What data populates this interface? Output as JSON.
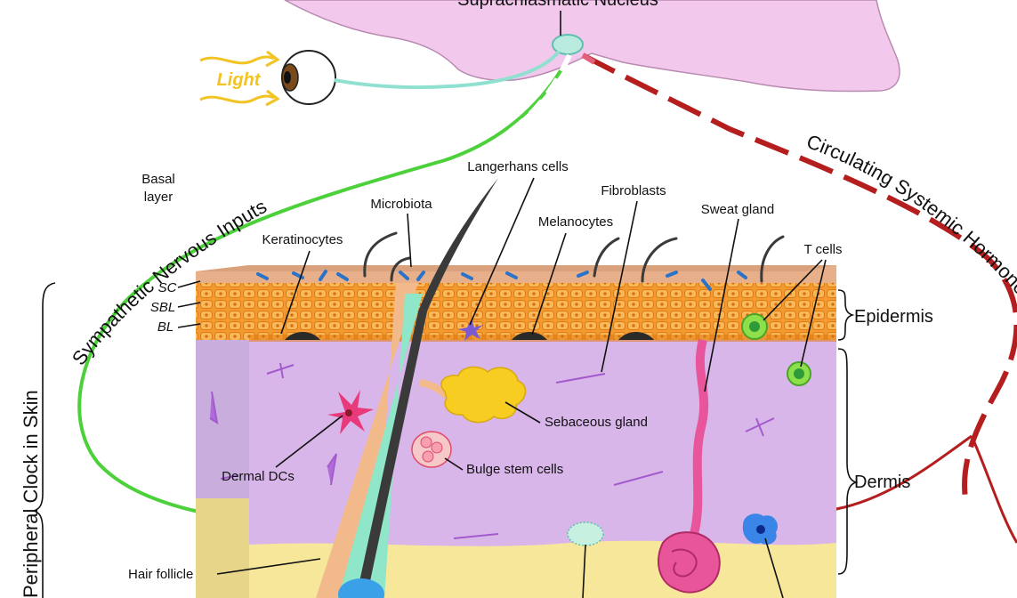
{
  "top": {
    "nucleus_label": "Suprachiasmatic Nucleus",
    "light_label": "Light"
  },
  "arcs": {
    "nervous": "Sympathetic Nervous Inputs",
    "systemic": "Circulating Systemic Hormones",
    "clock": "Peripheral Clock in Skin"
  },
  "labels": {
    "basal_layer_1": "Basal",
    "basal_layer_2": "layer",
    "langerhans": "Langerhans cells",
    "microbiota": "Microbiota",
    "fibroblasts": "Fibroblasts",
    "melanocytes": "Melanocytes",
    "sweat_gland": "Sweat gland",
    "keratinocytes": "Keratinocytes",
    "t_cells": "T cells",
    "sc": "SC",
    "sbl": "SBL",
    "bl": "BL",
    "epidermis": "Epidermis",
    "dermis": "Dermis",
    "dermal_dcs": "Dermal DCs",
    "sebaceous_gland": "Sebaceous gland",
    "bulge_stem_cells": "Bulge stem cells",
    "hair_follicle": "Hair follicle"
  },
  "colors": {
    "brain": "#f2c9ec",
    "light": "#f2c321",
    "optic_nerve": "#8fe0d0",
    "nervous": "#4cd13a",
    "systemic": "#b41e1e",
    "epidermis": "#f4a23a",
    "dermis": "#d9b6ea",
    "hypodermis": "#f6e79a",
    "hair": "#3a3a3a",
    "sweat_gland": "#e8559a"
  }
}
